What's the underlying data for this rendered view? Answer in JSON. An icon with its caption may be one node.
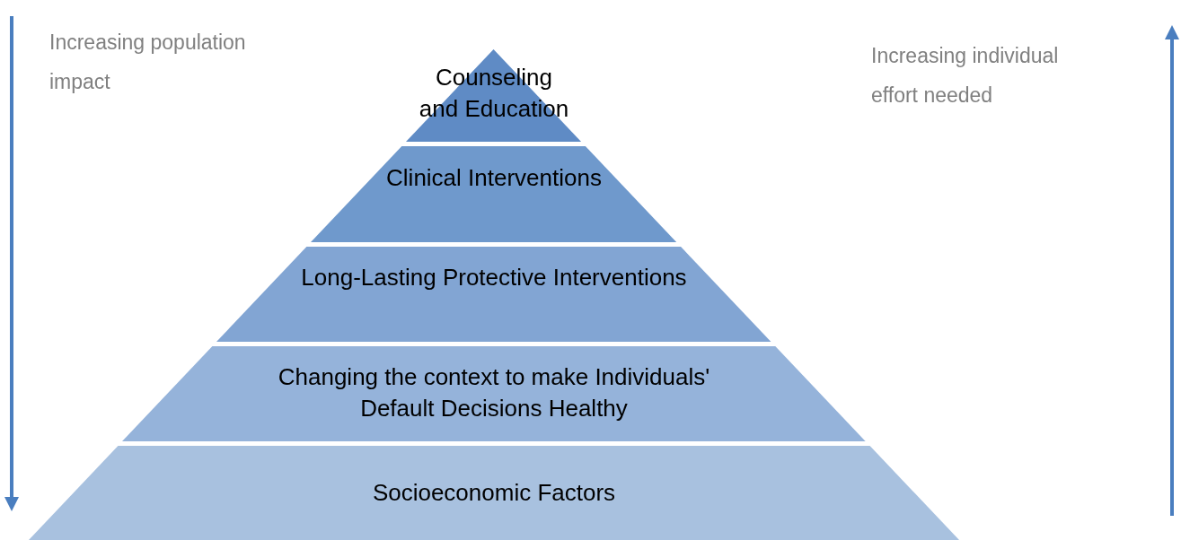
{
  "diagram": {
    "nodes": [
      {
        "text": [
          "Counseling and Education"
        ]
      },
      {
        "text": [
          "Clinical Interventions"
        ]
      },
      {
        "text": [
          "Long-Lasting Protective Interventions"
        ]
      },
      {
        "text": [
          "Changing the context to make Individuals' Default Decisions Healthy"
        ]
      },
      {
        "text": [
          "Socioeconomic Factors"
        ]
      }
    ],
    "edges": [],
    "labels": [
      "Increasing population impact",
      "Increasing individual effort needed"
    ]
  }
}
